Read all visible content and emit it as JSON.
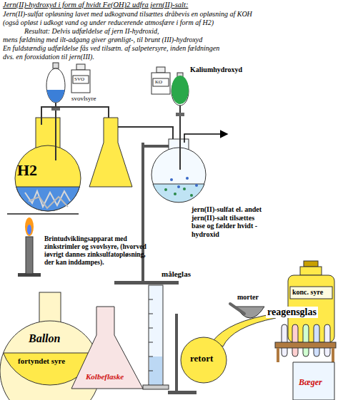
{
  "diagram": {
    "title": "Jern(II)-hydroxyd     i form af hvidt Fe(OH)2     udfra jern(II)-salt:",
    "labels": [
      "Jern(II)-sulfat opløsning lavet med udkogtvand tilsættes dråbevis en opløsning af KOH",
      "(også opløst i udkogt vand og under reducerende atmosfære i form af H2)",
      "Resultat: Delvis udfældelse af jern II-hydroxid,",
      "mens fældning med ilt-adgang giver grønligt-, til brunt (III)-hydroxyd",
      "En fuldstændig udfældelse fås ved tilsætn. af salpetersyre, inden fældningen",
      "dvs. en foroxidation til jern(III).",
      "svovlsyre",
      "Kaliumhydroxyd",
      "SVO",
      "KO",
      "H2",
      "jern(II)-sulfat el. andet jern(II)-salt tilsættes base og fælder hvidt -hydroxid",
      "Brintudviklingsapparat med zinkstrimler og svovlsyre, (hvorved iøvrigt dannes zinksulfatopløsning, der kan inddampes).",
      "måleglas",
      "morter",
      "reagensglas",
      "konc. syre",
      "Ballon",
      "fortyndet syre",
      "Kolbeflaske",
      "retort",
      "Bæger"
    ]
  }
}
